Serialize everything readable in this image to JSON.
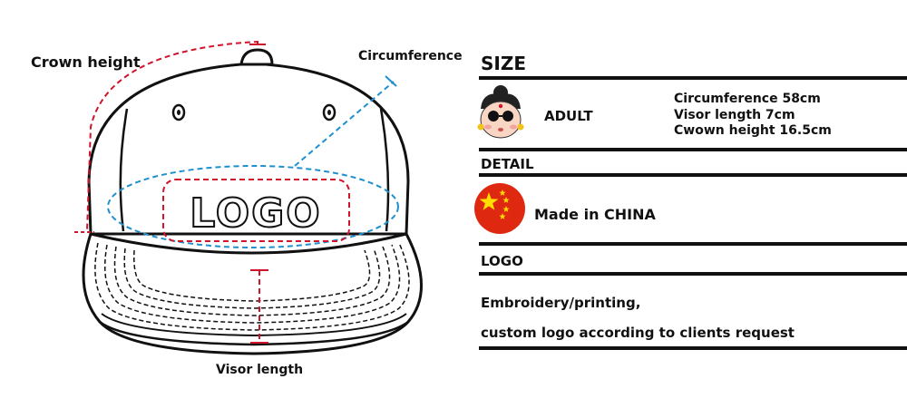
{
  "diagram": {
    "crown_height_label": "Crown height",
    "circumference_label": "Circumference",
    "visor_length_label": "Visor  length",
    "logo_text": "LOGO"
  },
  "size": {
    "title": "SIZE",
    "profile": "ADULT",
    "specs": [
      "Circumference  58cm",
      "Visor length  7cm",
      "Cwown height  16.5cm"
    ]
  },
  "detail": {
    "title": "DETAIL",
    "origin": "Made in CHINA"
  },
  "logo_section": {
    "title": "LOGO",
    "line1": "Embroidery/printing,",
    "line2": "custom logo according to clients request"
  },
  "colors": {
    "red_dash": "#d0142c",
    "blue_dash": "#1e8fd0",
    "flag_red": "#de2910",
    "flag_star": "#ffde00"
  },
  "icons": [
    "adult-avatar-icon",
    "china-flag-icon"
  ]
}
